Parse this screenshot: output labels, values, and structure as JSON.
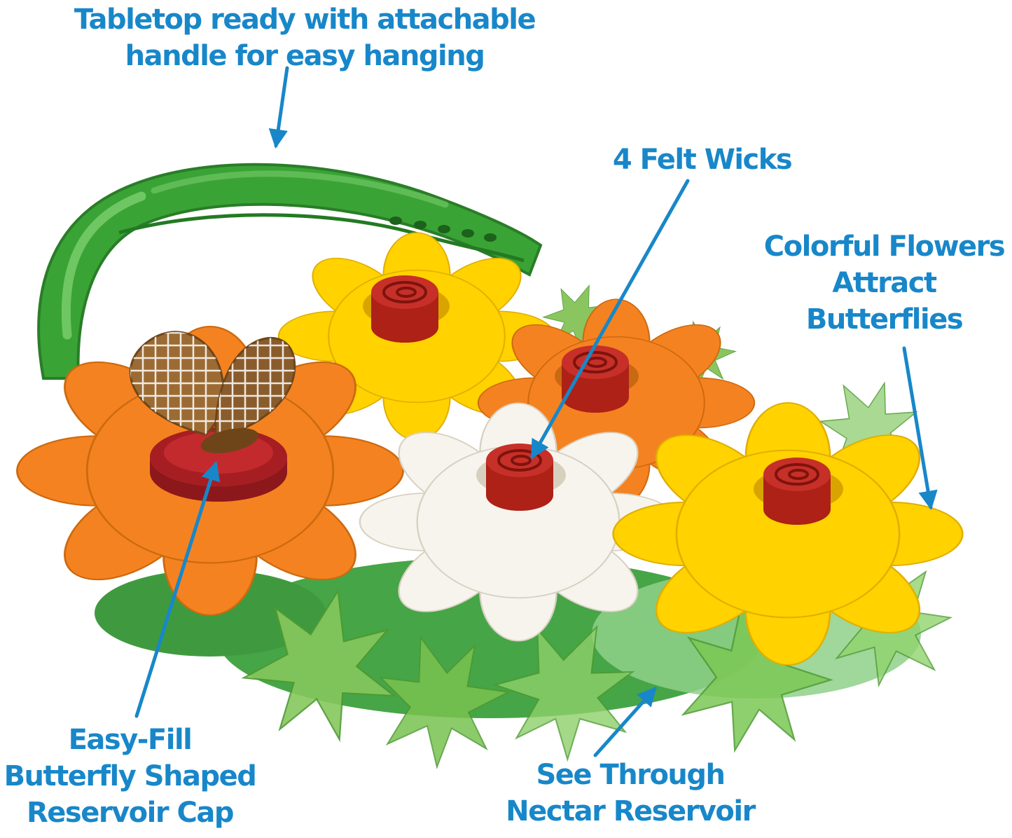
{
  "page": {
    "background": "#ffffff",
    "callout_color": "#1887c9"
  },
  "callouts": {
    "handle": {
      "lines": [
        "Tabletop ready with attachable",
        "handle for easy hanging"
      ]
    },
    "wicks": {
      "lines": [
        "4 Felt Wicks"
      ]
    },
    "flowers": {
      "lines": [
        "Colorful Flowers",
        "Attract",
        "Butterflies"
      ]
    },
    "cap": {
      "lines": [
        "Easy-Fill",
        "Butterfly Shaped",
        "Reservoir Cap"
      ]
    },
    "reservoir": {
      "lines": [
        "See Through",
        "Nectar Reservoir"
      ]
    }
  },
  "illustration": {
    "parts": [
      "hanging-handle",
      "orange-flower-left",
      "yellow-flower-top",
      "orange-flower-right",
      "white-flower-center",
      "yellow-flower-right",
      "felt-wicks",
      "butterfly-reservoir-cap",
      "leaves",
      "nectar-reservoir"
    ],
    "colors": {
      "handle_green": "#3aa335",
      "flower_orange": "#f58220",
      "flower_yellow": "#ffd200",
      "flower_white": "#f7f4ed",
      "wick_red": "#ad2117",
      "cap_red": "#a61e22",
      "leaf_green": "#82c85c",
      "reservoir_green": "#46a546",
      "butterfly_brown": "#9c6b33"
    }
  }
}
